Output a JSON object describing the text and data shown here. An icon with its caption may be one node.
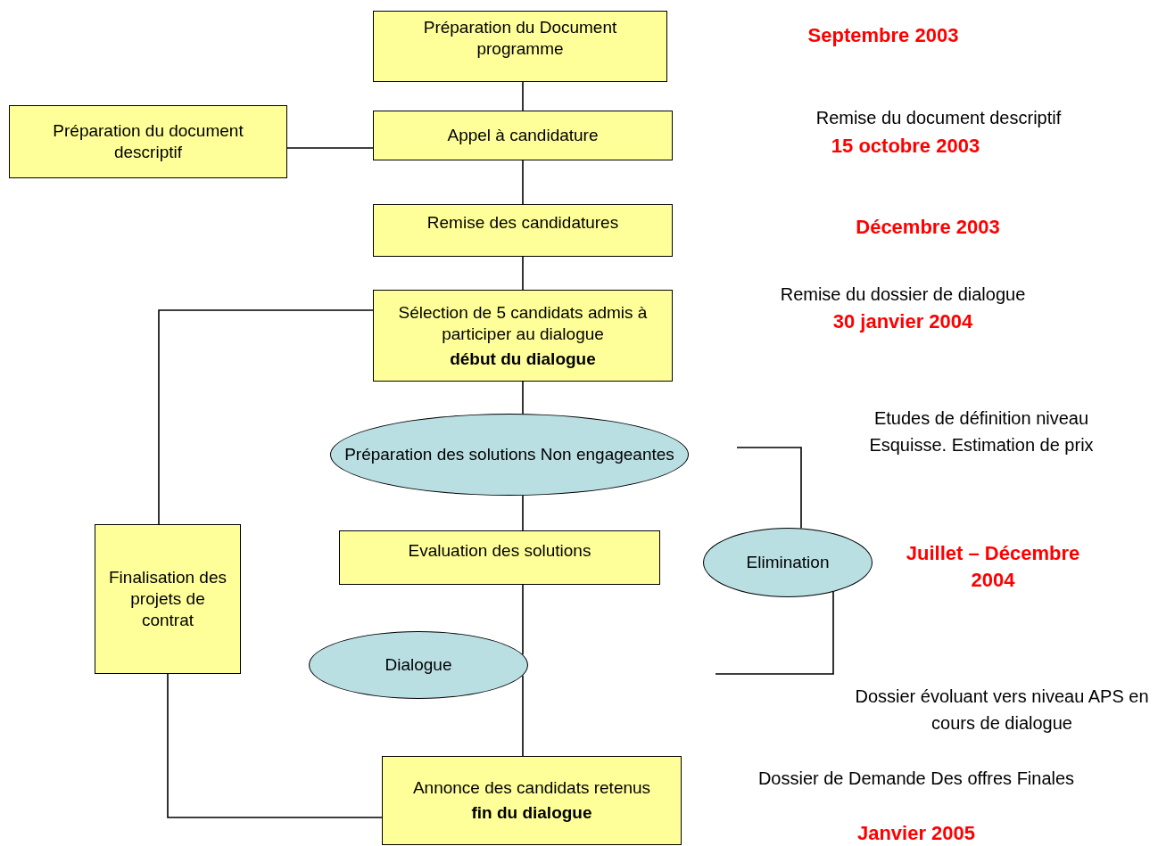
{
  "diagram": {
    "nodes": [
      {
        "text": [
          "Préparation du Document programme"
        ]
      },
      {
        "text": [
          "Préparation du document descriptif"
        ]
      },
      {
        "text": [
          "Appel à candidature"
        ]
      },
      {
        "text": [
          "Remise des candidatures"
        ]
      },
      {
        "text": [
          "Sélection de 5 candidats admis à participer au dialogue",
          "début du dialogue"
        ]
      },
      {
        "text": [
          "Préparation des solutions Non engageantes"
        ]
      },
      {
        "text": [
          "Evaluation des solutions"
        ]
      },
      {
        "text": [
          "Elimination"
        ]
      },
      {
        "text": [
          "Finalisation des projets de contrat"
        ]
      },
      {
        "text": [
          "Dialogue"
        ]
      },
      {
        "text": [
          "Annonce des candidats retenus",
          "fin du dialogue"
        ]
      }
    ],
    "edges": [
      {
        "from": 0,
        "to": 2,
        "arrow": "none"
      },
      {
        "from": 1,
        "to": 2,
        "arrow": "none"
      },
      {
        "from": 2,
        "to": 3,
        "arrow": "none"
      },
      {
        "from": 3,
        "to": 4,
        "arrow": "none"
      },
      {
        "from": 4,
        "to": 5,
        "arrow": "none"
      },
      {
        "from": 5,
        "to": 6,
        "arrow": "none"
      },
      {
        "from": 6,
        "to": 9,
        "arrow": "none"
      },
      {
        "from": 9,
        "to": 10,
        "arrow": "none"
      },
      {
        "from": 4,
        "to": 8,
        "arrow": "none"
      },
      {
        "from": 8,
        "to": 10,
        "arrow": "none"
      },
      {
        "from": null,
        "to": 7,
        "arrow": "none"
      },
      {
        "from": 7,
        "to": null,
        "arrow": "none"
      }
    ],
    "labels": [
      "Septembre 2003",
      "Remise du document descriptif",
      "15 octobre 2003",
      "Décembre 2003",
      "Remise du dossier de dialogue",
      "30 janvier 2004",
      "Etudes de définition niveau Esquisse. Estimation de prix",
      "Juillet – Décembre 2004",
      "Dossier évoluant vers niveau APS en cours de dialogue",
      "Dossier de Demande Des offres Finales",
      "Janvier 2005"
    ]
  }
}
